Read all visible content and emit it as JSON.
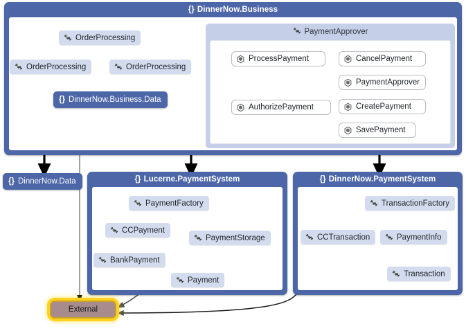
{
  "diagram": {
    "type": "code-dependency-map",
    "title_icon": "namespace-braces-icon",
    "colors": {
      "namespace_header": "#4c66a8",
      "namespace_body": "#ffffff",
      "class_node": "#d3dcee",
      "method_node": "#ffffff",
      "group_bg": "#c5d0e8",
      "external_fill": "#a78b8d",
      "external_glow": "#ffd21e",
      "arrow": "#000000",
      "thin_link": "#808080"
    }
  },
  "namespaces": [
    {
      "id": "dinnernow-business",
      "brace": "{}",
      "label": "DinnerNow.Business"
    },
    {
      "id": "lucerne-paymentsystem",
      "brace": "{}",
      "label": "Lucerne.PaymentSystem"
    },
    {
      "id": "dinnernow-paymentsystem",
      "brace": "{}",
      "label": "DinnerNow.PaymentSystem"
    }
  ],
  "groups": [
    {
      "id": "payment-approver-group",
      "label": "PaymentApprover",
      "icon": "class-icon"
    }
  ],
  "nodes": {
    "business": [
      {
        "id": "op-top",
        "label": "OrderProcessing",
        "icon": "class-icon"
      },
      {
        "id": "op-left",
        "label": "OrderProcessing",
        "icon": "class-icon"
      },
      {
        "id": "op-right",
        "label": "OrderProcessing",
        "icon": "class-icon"
      },
      {
        "id": "business-data",
        "brace": "{}",
        "label": "DinnerNow.Business.Data",
        "icon": "namespace-braces-icon"
      }
    ],
    "payment_approver_methods": [
      {
        "id": "process-payment",
        "label": "ProcessPayment",
        "icon": "method-cube-icon"
      },
      {
        "id": "cancel-payment",
        "label": "CancelPayment",
        "icon": "method-cube-icon"
      },
      {
        "id": "payment-approver",
        "label": "PaymentApprover",
        "icon": "method-cube-icon"
      },
      {
        "id": "authorize-payment",
        "label": "AuthorizePayment",
        "icon": "method-cube-icon"
      },
      {
        "id": "create-payment",
        "label": "CreatePayment",
        "icon": "method-cube-icon"
      },
      {
        "id": "save-payment",
        "label": "SavePayment",
        "icon": "method-cube-icon"
      }
    ],
    "dinnernow_data": {
      "id": "dinnernow-data",
      "brace": "{}",
      "label": "DinnerNow.Data",
      "icon": "namespace-braces-icon"
    },
    "lucerne": [
      {
        "id": "payment-factory",
        "label": "PaymentFactory",
        "icon": "class-icon"
      },
      {
        "id": "cc-payment",
        "label": "CCPayment",
        "icon": "class-icon"
      },
      {
        "id": "payment-storage",
        "label": "PaymentStorage",
        "icon": "class-icon"
      },
      {
        "id": "bank-payment",
        "label": "BankPayment",
        "icon": "class-icon"
      },
      {
        "id": "payment",
        "label": "Payment",
        "icon": "class-icon"
      }
    ],
    "dinnernow_payment": [
      {
        "id": "transaction-factory",
        "label": "TransactionFactory",
        "icon": "class-icon"
      },
      {
        "id": "cc-transaction",
        "label": "CCTransaction",
        "icon": "class-icon"
      },
      {
        "id": "payment-info",
        "label": "PaymentInfo",
        "icon": "class-icon"
      },
      {
        "id": "transaction",
        "label": "Transaction",
        "icon": "class-icon"
      }
    ],
    "external": {
      "id": "external",
      "label": "External"
    }
  },
  "edges": [
    {
      "from": "op-top",
      "to": "op-right",
      "style": "thick-arrow"
    },
    {
      "from": "op-top",
      "to": "business-data",
      "style": "thick-arrow"
    },
    {
      "from": "op-left",
      "to": "business-data",
      "style": "thick-arrow"
    },
    {
      "from": "op-right",
      "to": "business-data",
      "style": "thick-arrow"
    },
    {
      "from": "process-payment",
      "to": "authorize-payment",
      "style": "thin-arrow"
    },
    {
      "from": "dinnernow-business",
      "to": "dinnernow-data",
      "style": "thick-arrow"
    },
    {
      "from": "dinnernow-business",
      "to": "lucerne-paymentsystem",
      "style": "thick-arrow"
    },
    {
      "from": "dinnernow-business",
      "to": "dinnernow-paymentsystem",
      "style": "thick-arrow"
    },
    {
      "from": "dinnernow-business",
      "to": "external",
      "style": "thin-line-arrow"
    },
    {
      "from": "payment-factory",
      "to": "bank-payment",
      "style": "thick-arrow"
    },
    {
      "from": "payment-factory",
      "to": "cc-payment",
      "style": "thick-arrow"
    },
    {
      "from": "payment-factory",
      "to": "payment",
      "style": "thick-arrow"
    },
    {
      "from": "payment-factory",
      "to": "payment-storage",
      "style": "thick-arrow"
    },
    {
      "from": "cc-payment",
      "to": "payment",
      "style": "thick-arrow"
    },
    {
      "from": "transaction-factory",
      "to": "cc-transaction",
      "style": "thick-arrow"
    },
    {
      "from": "transaction-factory",
      "to": "payment-info",
      "style": "thick-arrow"
    },
    {
      "from": "transaction-factory",
      "to": "transaction",
      "style": "thick-arrow"
    },
    {
      "from": "cc-transaction",
      "to": "transaction",
      "style": "thick-arrow"
    },
    {
      "from": "lucerne-paymentsystem",
      "to": "external",
      "style": "curved-arrow"
    },
    {
      "from": "dinnernow-paymentsystem",
      "to": "external",
      "style": "curved-arrow"
    }
  ]
}
